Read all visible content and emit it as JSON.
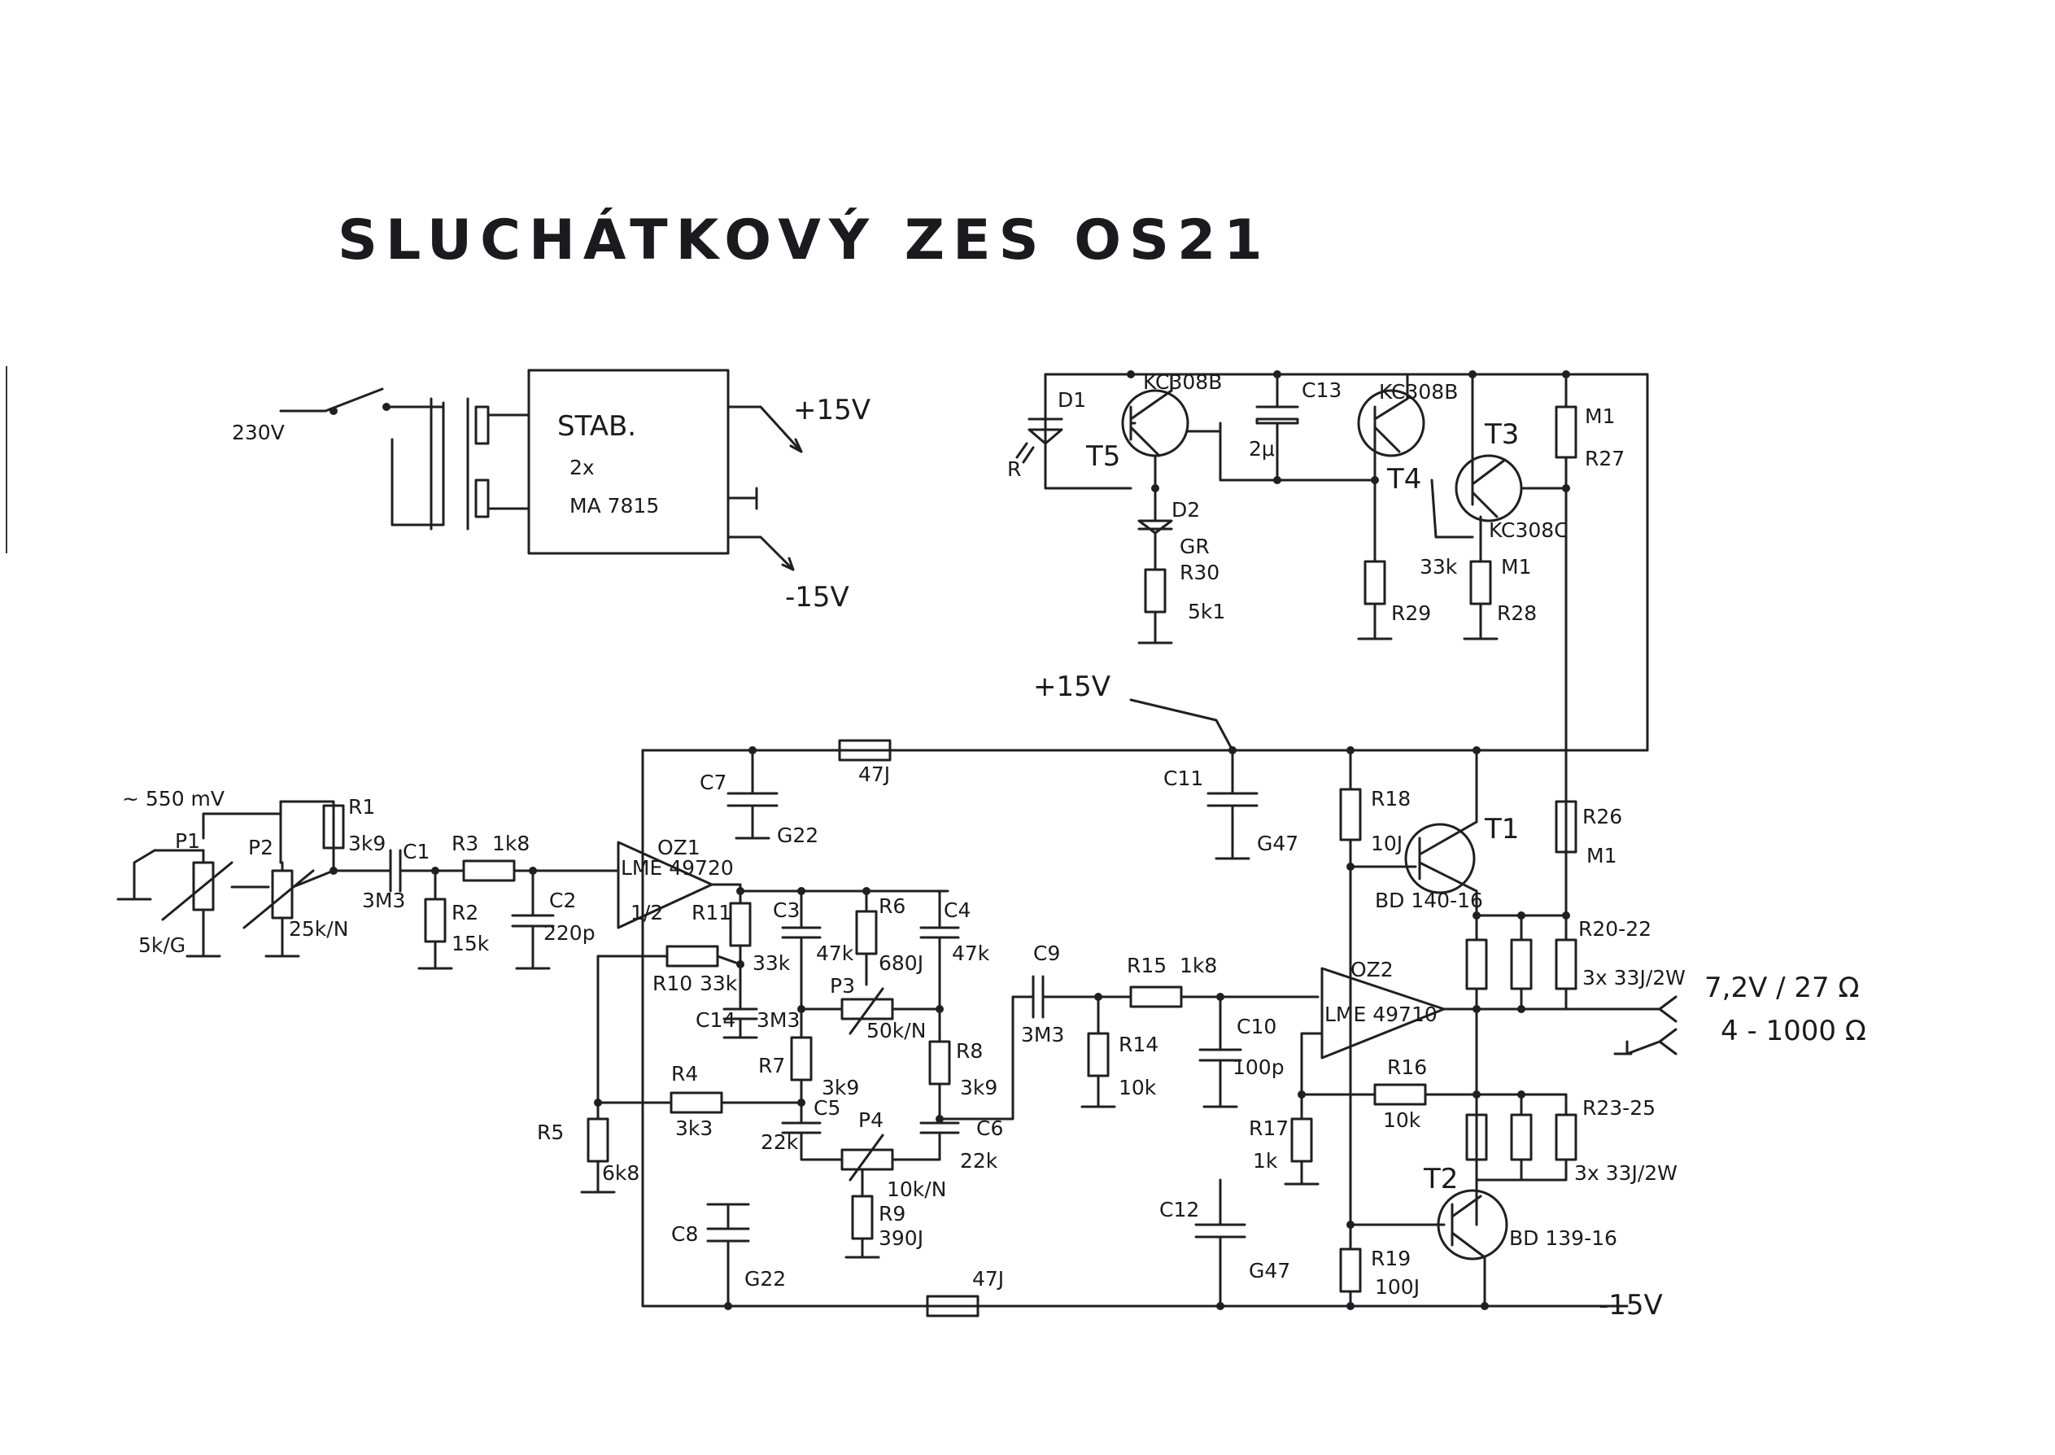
{
  "title": "SLUCHÁTKOVÝ ZES OS21",
  "power_supply": {
    "mains": "230V",
    "stab_title": "STAB.",
    "stab_count": "2x",
    "stab_part": "MA 7815",
    "pos_out": "+15V",
    "neg_out": "-15V"
  },
  "protection": {
    "d1": "D1",
    "d1_color": "R",
    "d2": "D2",
    "d2_color": "GR",
    "t5": "T5",
    "t5_type": "KC308B",
    "t4": "T4",
    "t4_type": "KC308B",
    "t3": "T3",
    "t3_type": "KC308C",
    "c13": "C13",
    "c13_val": "2μ",
    "r27": "R27",
    "r27_val": "M1",
    "r30": "R30",
    "r30_val": "5k1",
    "r29": "R29",
    "r29_val": "33k",
    "r28": "R28",
    "r28_val": "M1"
  },
  "supply_label": "+15V",
  "neg_supply_label": "-15V",
  "input": {
    "signal": "~ 550 mV",
    "p1": "P1",
    "p1_val": "5k/G",
    "p2": "P2",
    "p2_val": "25k/N",
    "r1": "R1",
    "r1_val": "3k9",
    "c1": "C1",
    "c1_val": "3M3",
    "r3": "R3",
    "r3_val": "1k8",
    "r2": "R2",
    "r2_val": "15k",
    "c2": "C2",
    "c2_val": "220p"
  },
  "stage1": {
    "oz1": "OZ1",
    "oz1_part": "LME 49720",
    "oz1_half": "1/2",
    "r11": "R11",
    "r11_val": "33k",
    "r10": "R10",
    "r10_val": "33k",
    "c14": "C14",
    "c14_val": "3M3",
    "c3": "C3",
    "c3_val": "47k",
    "r6": "R6",
    "r6_val": "680J",
    "c4": "C4",
    "c4_val": "47k",
    "p3": "P3",
    "p3_val": "50k/N",
    "r7": "R7",
    "r7_val": "3k9",
    "r8": "R8",
    "r8_val": "3k9",
    "r4": "R4",
    "r4_val": "3k3",
    "r5": "R5",
    "r5_val": "6k8",
    "c5": "C5",
    "c5_val": "22k",
    "c6": "C6",
    "c6_val": "22k",
    "p4": "P4",
    "p4_val": "10k/N",
    "r9": "R9",
    "r9_val": "390J",
    "c7": "C7",
    "c7_val": "G22",
    "c8": "C8",
    "c8_val": "G22",
    "r_top": "47J",
    "r_bot": "47J"
  },
  "stage2": {
    "c9": "C9",
    "c9_val": "3M3",
    "r15": "R15",
    "r15_val": "1k8",
    "r14": "R14",
    "r14_val": "10k",
    "c10": "C10",
    "c10_val": "100p",
    "oz2": "OZ2",
    "oz2_part": "LME 49710",
    "r16": "R16",
    "r16_val": "10k",
    "r17": "R17",
    "r17_val": "1k",
    "c11": "C11",
    "c11_val": "G47",
    "c12": "C12",
    "c12_val": "G47",
    "r18": "R18",
    "r18_val": "10J",
    "r19": "R19",
    "r19_val": "100J",
    "t1": "T1",
    "t1_type": "BD 140-16",
    "t2": "T2",
    "t2_type": "BD 139-16",
    "r26": "R26",
    "r26_val": "M1",
    "r20_22": "R20-22",
    "r20_22_val": "3x 33J/2W",
    "r23_25": "R23-25",
    "r23_25_val": "3x 33J/2W"
  },
  "output": {
    "spec": "7,2V / 27 Ω",
    "load": "4 - 1000 Ω"
  }
}
